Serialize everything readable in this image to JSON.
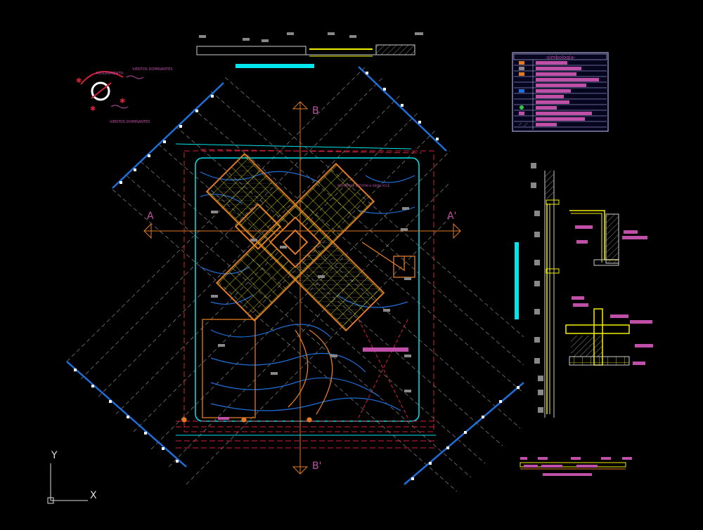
{
  "labels": {
    "section_a_left": "A",
    "section_a_right": "A'",
    "section_b_top": "B",
    "section_b_bottom": "B'",
    "axis_y": "Y",
    "axis_x": "X",
    "legend_title": "-simbologia-",
    "wind_top": "VIENTOS DOMINANTES",
    "wind_bottom": "VIENTOS DOMINANTES",
    "sun_path": "ASOLEAMIENTO",
    "plan_note": "MICROPOCE ESTOTAN & ABAJO ACCE"
  },
  "colors": {
    "background": "#000000",
    "cyan": "#00e5ee",
    "yellow": "#f4f000",
    "orange": "#e07a24",
    "blue": "#1e6fd9",
    "red": "#d4213a",
    "magenta": "#c04fa8",
    "white": "#ffffff",
    "grey": "#9a9a9a"
  }
}
